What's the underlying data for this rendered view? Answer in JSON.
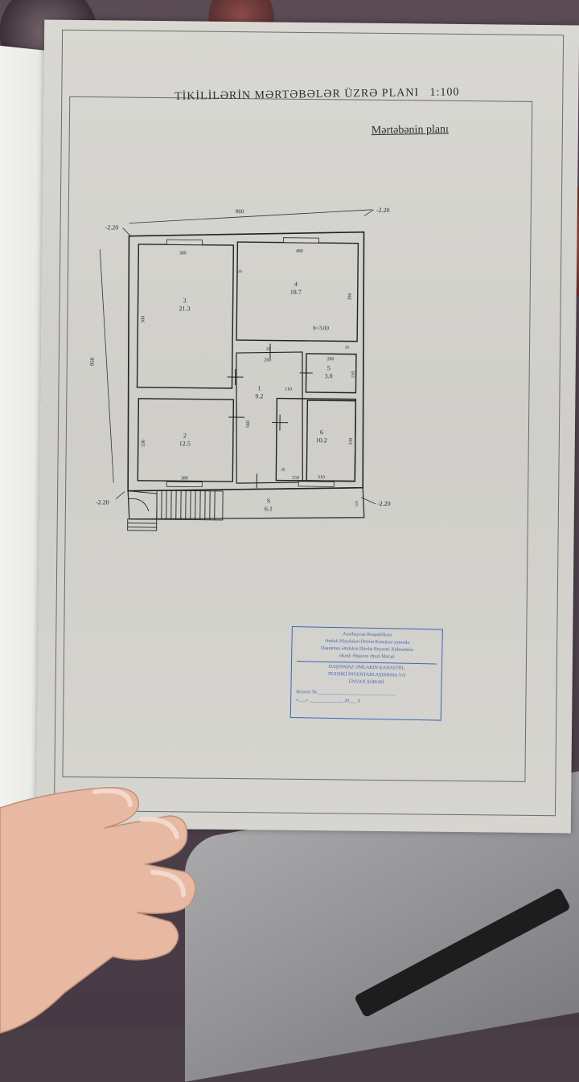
{
  "document": {
    "title": "TİKİLİLƏRİN MƏRTƏBƏLƏR ÜZRƏ PLANI",
    "scale": "1:100",
    "subtitle": "Mərtəbənin planı"
  },
  "plan": {
    "overall_width": "960",
    "overall_height": "950",
    "levels": [
      "-2.20",
      "-2.20",
      "-2.20",
      "-2.20"
    ],
    "rooms": [
      {
        "number": "1",
        "area": "9.2"
      },
      {
        "number": "2",
        "area": "12.5"
      },
      {
        "number": "3",
        "area": "21.3"
      },
      {
        "number": "4",
        "area": "18.7"
      },
      {
        "number": "5",
        "area": "3.0"
      },
      {
        "number": "6",
        "area": "10.2"
      },
      {
        "number": "S",
        "area": "6.1"
      }
    ],
    "dimensions": {
      "room3_w": "380",
      "room3_h": "560",
      "room4_w": "480",
      "room4_h": "390",
      "ceiling": "h=3.00",
      "room2_w": "380",
      "room2_h": "330",
      "room1_h": "560",
      "room1_top": "200",
      "room1_mid": "110",
      "room1_bottom": "150",
      "room5_w": "200",
      "room5_h": "150",
      "room6_w": "310",
      "room6_h": "330",
      "wall_a": "20",
      "wall_b": "20",
      "wall_c": "20",
      "wall_d": "20",
      "porch_h": "110"
    }
  },
  "stamp": {
    "lines": [
      "Azərbaycan Respublikası",
      "Əmlak Məsələləri Dövlət Komitəsi yanında",
      "Daşınmaz Əmlakın Dövlət Reyestri Xidmətinin",
      "Əsaslı Abşeron Ərazi İdarəsi"
    ],
    "office": [
      "DAŞINMAZ ƏMLAKIN KADASTRI,",
      "TEXNİKİ İNVENTARLAŞDIRMA VƏ",
      "ÜNVAN ŞÖBƏSİ"
    ],
    "register_label": "Reyestr №",
    "date_suffix": "20",
    "year_suffix": "il"
  }
}
